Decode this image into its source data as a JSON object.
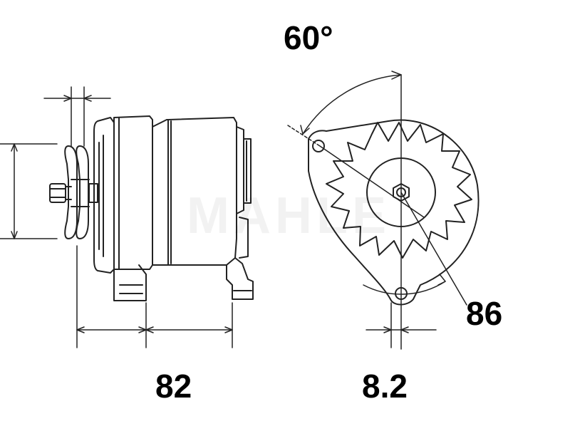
{
  "dimensions": {
    "length": "82",
    "offset": "8.2",
    "angle": "60°",
    "diameter": "86"
  },
  "watermark": "MAHLE",
  "colors": {
    "line": "#222222",
    "text": "#000000",
    "background": "#ffffff"
  }
}
